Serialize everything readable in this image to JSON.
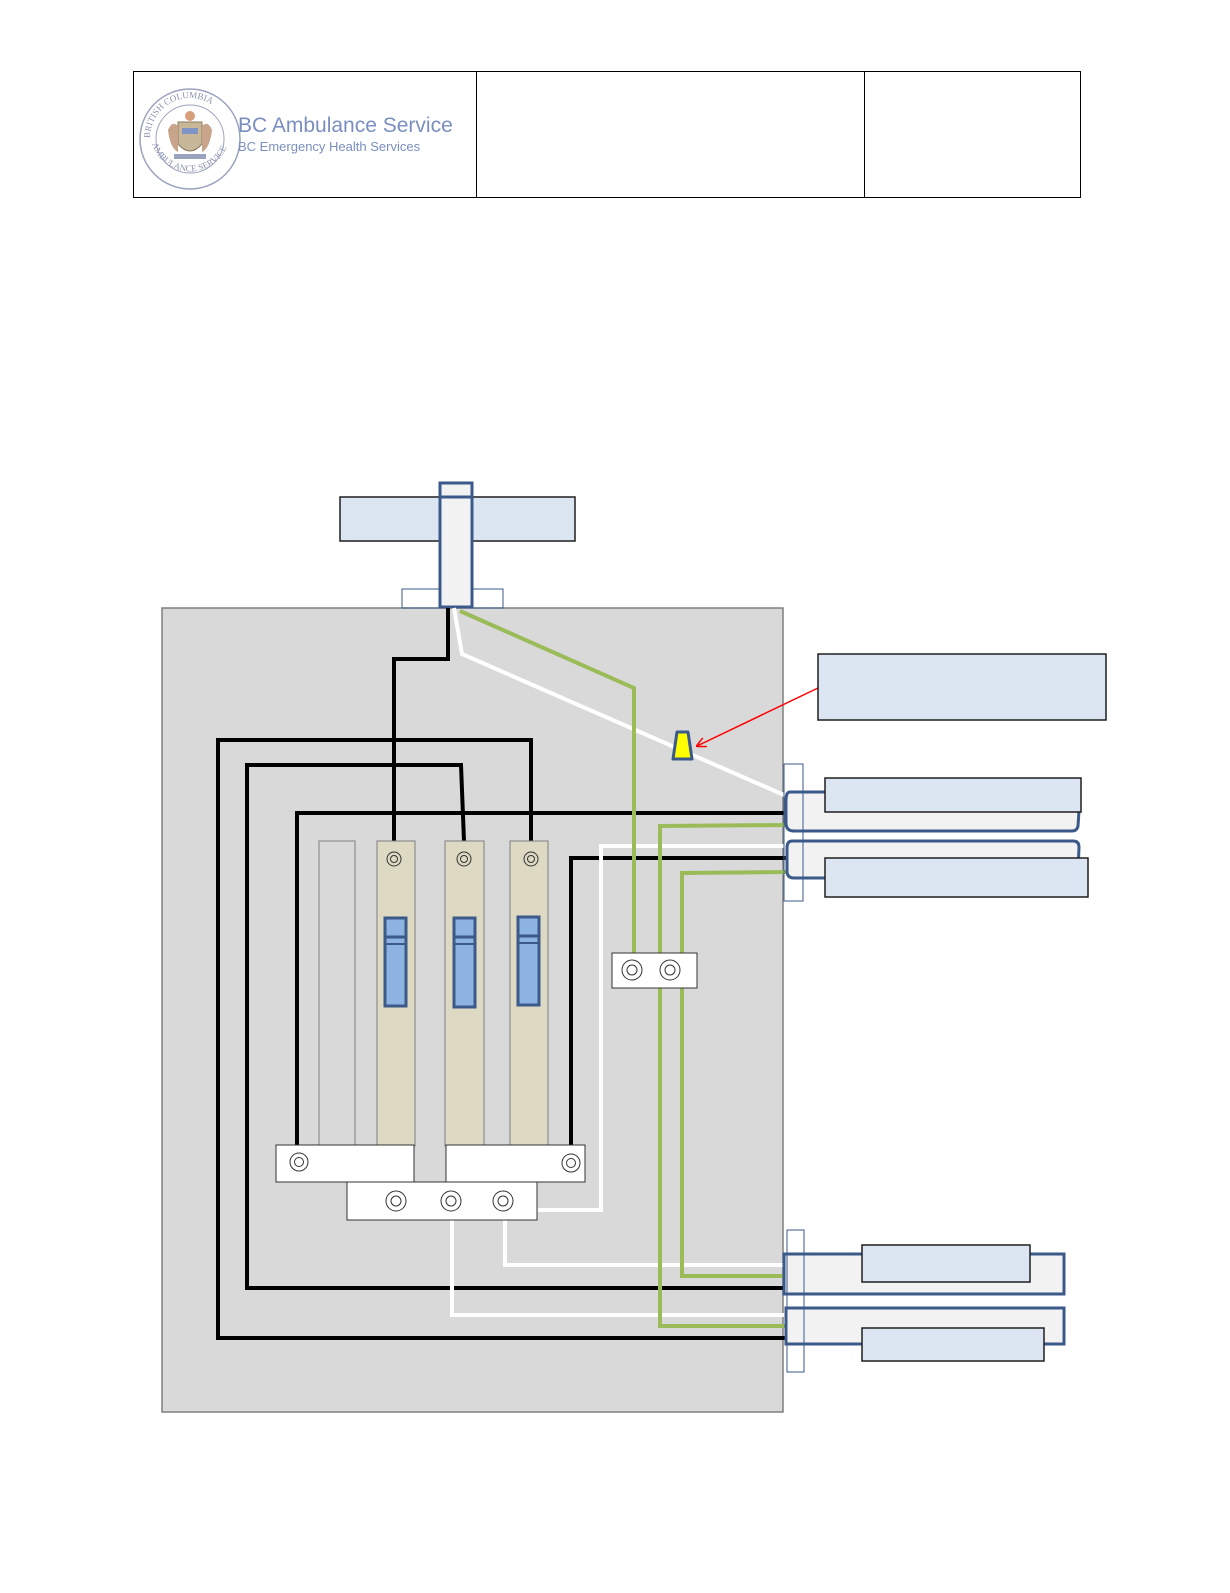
{
  "header": {
    "logo": {
      "name": "BC Ambulance Service",
      "subtitle": "BC Emergency Health Services",
      "seal_top_text": "BRITISH COLUMBIA",
      "seal_bottom_text": "AMBULANCE SERVICE"
    }
  },
  "colors": {
    "panel": "#d9d9d9",
    "label_fill": "#dce6f2",
    "label_stroke": "#1f1f1f",
    "blue_stroke": "#3b5a8a",
    "breaker_fill": "#ddd9c3",
    "toggle_fill": "#8db3e2",
    "hot_wire": "#000000",
    "neutral_wire": "#ffffff",
    "ground_wire": "#9bbb59",
    "wire_nut": "#ffff00",
    "arrow": "#ff0000"
  }
}
